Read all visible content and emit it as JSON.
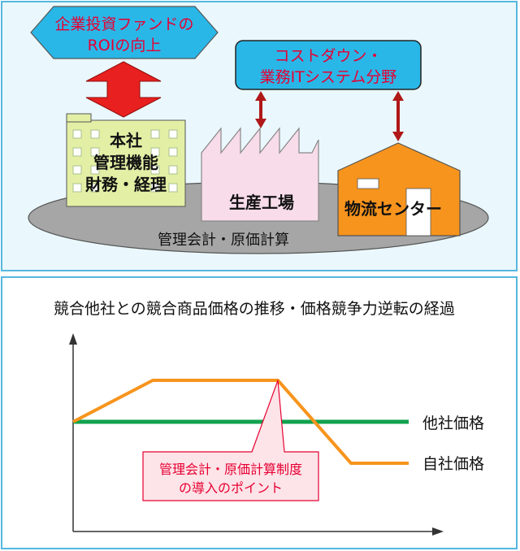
{
  "top": {
    "roi_line1": "企業投資ファンドの",
    "roi_line2": "ROIの向上",
    "cost_line1": "コストダウン・",
    "cost_line2": "業務ITシステム分野",
    "hq_line1": "本社",
    "hq_line2": "管理機能",
    "hq_line3": "財務・経理",
    "factory_label": "生産工場",
    "logistics_label": "物流センター",
    "base_label": "管理会計・原価計算"
  },
  "bottom": {
    "title": "競合他社との競合商品価格の推移・価格競争力逆転の経過",
    "series_competitor": "他社価格",
    "series_own": "自社価格",
    "callout_line1": "管理会計・原価計算制度",
    "callout_line2": "の導入のポイント"
  },
  "colors": {
    "panel_border": "#56b7df",
    "panel_bg": "#eaf8fd",
    "hex_fill": "#29b7e8",
    "arrow_red": "#e8201f",
    "building_green": "#e4efa6",
    "factory_pink": "#f8dcea",
    "warehouse_orange": "#f7941d",
    "competitor_line": "#10a14c",
    "own_line": "#f7941d",
    "callout_fill": "#fde4e8",
    "callout_text": "#e60033"
  }
}
